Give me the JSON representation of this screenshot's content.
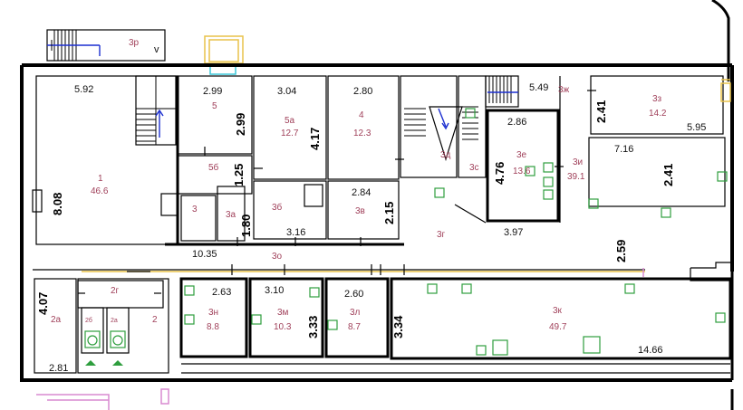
{
  "rooms": [
    {
      "id": "1",
      "area": "46.6"
    },
    {
      "id": "5",
      "area": ""
    },
    {
      "id": "5a",
      "area": "12.7"
    },
    {
      "id": "4",
      "area": "12.3"
    },
    {
      "id": "5б",
      "area": ""
    },
    {
      "id": "3",
      "area": ""
    },
    {
      "id": "3a",
      "area": ""
    },
    {
      "id": "3б",
      "area": ""
    },
    {
      "id": "3в",
      "area": ""
    },
    {
      "id": "3д",
      "area": ""
    },
    {
      "id": "3c",
      "area": ""
    },
    {
      "id": "3e",
      "area": "13.6"
    },
    {
      "id": "3з",
      "area": "14.2"
    },
    {
      "id": "3и",
      "area": "39.1"
    },
    {
      "id": "3ж",
      "area": ""
    },
    {
      "id": "3г",
      "area": ""
    },
    {
      "id": "3o",
      "area": ""
    },
    {
      "id": "3p",
      "area": ""
    },
    {
      "id": "2a",
      "area": ""
    },
    {
      "id": "2г",
      "area": ""
    },
    {
      "id": "2б",
      "area": ""
    },
    {
      "id": "2a",
      "area": ""
    },
    {
      "id": "2",
      "area": ""
    },
    {
      "id": "3н",
      "area": "8.8"
    },
    {
      "id": "3м",
      "area": "10.3"
    },
    {
      "id": "3л",
      "area": "8.7"
    },
    {
      "id": "3к",
      "area": "49.7"
    }
  ],
  "dimensions": [
    "5.92",
    "2.99",
    "3.04",
    "2.80",
    "5.49",
    "2.86",
    "2.41",
    "5.95",
    "2.99",
    "4.17",
    "4.76",
    "7.16",
    "2.41",
    "1.25",
    "8.08",
    "2.84",
    "2.15",
    "1.80",
    "3.16",
    "3.97",
    "10.35",
    "2.59",
    "2.63",
    "3.10",
    "2.60",
    "4.07",
    "3.33",
    "3.34",
    "14.66",
    "2.81"
  ],
  "stair_marks": [
    "v"
  ]
}
